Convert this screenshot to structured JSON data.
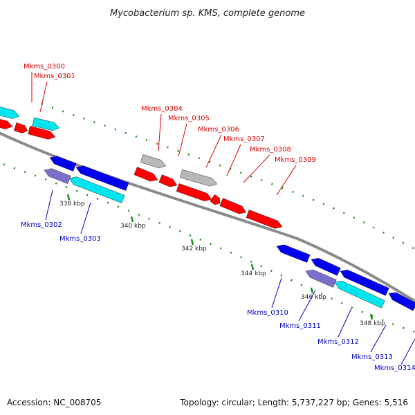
{
  "title": "Mycobacterium sp. KMS, complete genome",
  "footer": {
    "accession": "Accession: NC_008705",
    "summary": "Topology: circular; Length: 5,737,227 bp; Genes: 5,516"
  },
  "colors": {
    "backbone": "#8a8a8a",
    "forward_cds": "#ff0000",
    "reverse_cds": "#0000ee",
    "forward_label": "#dd0000",
    "reverse_label": "#0000cc",
    "cyan_feature": "#00e5ee",
    "gray_feature": "#b8b8b8",
    "purple_feature": "#7a70cc",
    "tick": "#1a8a1a"
  },
  "ticks": [
    "338 kbp",
    "340 kbp",
    "342 kbp",
    "344 kbp",
    "346 kbp",
    "348 kbp"
  ],
  "forward_genes": [
    "Mkms_0300",
    "Mkms_0301",
    "Mkms_0304",
    "Mkms_0305",
    "Mkms_0306",
    "Mkms_0307",
    "Mkms_0308",
    "Mkms_0309"
  ],
  "reverse_genes": [
    "Mkms_0302",
    "Mkms_0303",
    "Mkms_0310",
    "Mkms_0311",
    "Mkms_0312",
    "Mkms_0313",
    "Mkms_0314"
  ]
}
